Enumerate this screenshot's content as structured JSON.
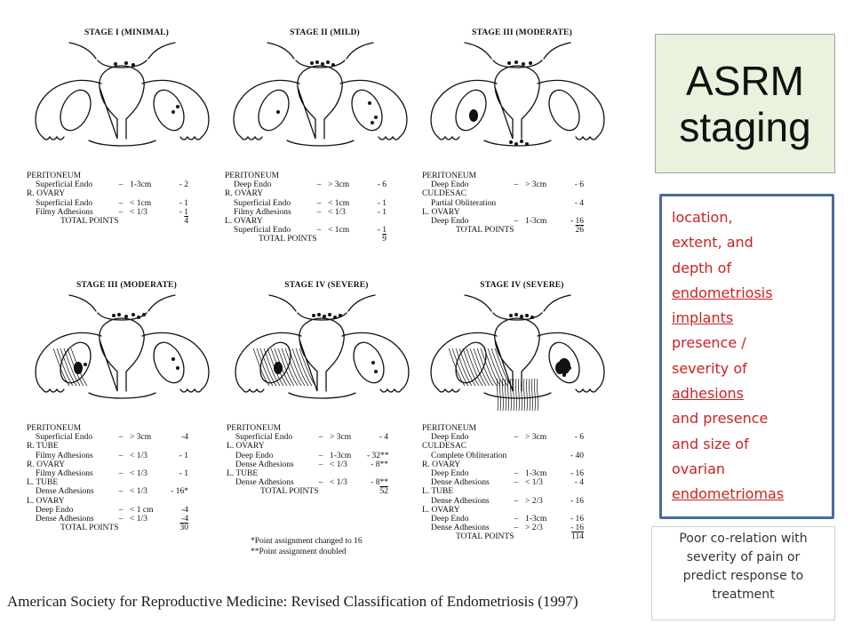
{
  "stages": [
    {
      "title": "STAGE I (MINIMAL)",
      "rows": [
        {
          "label": "PERITONEUM",
          "indent": false
        },
        {
          "label": "Superficial Endo",
          "indent": true,
          "sep": "–",
          "size": "1-3cm",
          "pts": "- 2"
        },
        {
          "label": "R. OVARY",
          "indent": false
        },
        {
          "label": "Superficial Endo",
          "indent": true,
          "sep": "–",
          "size": "< 1cm",
          "pts": "- 1"
        },
        {
          "label": "Filmy Adhesions",
          "indent": true,
          "sep": "–",
          "size": "< 1/3",
          "pts": "- 1"
        }
      ],
      "total_label": "TOTAL POINTS",
      "total": "4"
    },
    {
      "title": "STAGE II (MILD)",
      "rows": [
        {
          "label": "PERITONEUM",
          "indent": false
        },
        {
          "label": "Deep Endo",
          "indent": true,
          "sep": "–",
          "size": "> 3cm",
          "pts": "- 6"
        },
        {
          "label": "R. OVARY",
          "indent": false
        },
        {
          "label": "Superficial Endo",
          "indent": true,
          "sep": "–",
          "size": "< 1cm",
          "pts": "- 1"
        },
        {
          "label": "Filmy Adhesions",
          "indent": true,
          "sep": "–",
          "size": "< 1/3",
          "pts": "- 1"
        },
        {
          "label": "L. OVARY",
          "indent": false
        },
        {
          "label": "Superficial Endo",
          "indent": true,
          "sep": "–",
          "size": "< 1cm",
          "pts": "- 1"
        }
      ],
      "total_label": "TOTAL POINTS",
      "total": "9"
    },
    {
      "title": "STAGE III (MODERATE)",
      "rows": [
        {
          "label": "PERITONEUM",
          "indent": false
        },
        {
          "label": "Deep Endo",
          "indent": true,
          "sep": "–",
          "size": "> 3cm",
          "pts": "- 6"
        },
        {
          "label": "CULDESAC",
          "indent": false
        },
        {
          "label": "Partial Obliteration",
          "indent": true,
          "sep": "",
          "size": "",
          "pts": "- 4"
        },
        {
          "label": "L. OVARY",
          "indent": false
        },
        {
          "label": "Deep Endo",
          "indent": true,
          "sep": "–",
          "size": "1-3cm",
          "pts": "- 16"
        }
      ],
      "total_label": "TOTAL POINTS",
      "total": "26"
    },
    {
      "title": "STAGE III (MODERATE)",
      "rows": [
        {
          "label": "PERITONEUM",
          "indent": false
        },
        {
          "label": "Superficial Endo",
          "indent": true,
          "sep": "–",
          "size": "> 3cm",
          "pts": "-4"
        },
        {
          "label": "R. TUBE",
          "indent": false
        },
        {
          "label": "Filmy Adhesions",
          "indent": true,
          "sep": "–",
          "size": "< 1/3",
          "pts": "- 1"
        },
        {
          "label": "R. OVARY",
          "indent": false
        },
        {
          "label": "Filmy Adhesions",
          "indent": true,
          "sep": "–",
          "size": "< 1/3",
          "pts": "- 1"
        },
        {
          "label": "L. TUBE",
          "indent": false
        },
        {
          "label": "Dense Adhesions",
          "indent": true,
          "sep": "–",
          "size": "< 1/3",
          "pts": "- 16*"
        },
        {
          "label": "L. OVARY",
          "indent": false
        },
        {
          "label": "Deep Endo",
          "indent": true,
          "sep": "–",
          "size": "< 1 cm",
          "pts": "-4"
        },
        {
          "label": "Dense Adhesions",
          "indent": true,
          "sep": "–",
          "size": "< 1/3",
          "pts": "-4"
        }
      ],
      "total_label": "TOTAL POINTS",
      "total": "30"
    },
    {
      "title": "STAGE IV (SEVERE)",
      "rows": [
        {
          "label": "PERITONEUM",
          "indent": false
        },
        {
          "label": "Superficial Endo",
          "indent": true,
          "sep": "–",
          "size": "> 3cm",
          "pts": "- 4"
        },
        {
          "label": "L. OVARY",
          "indent": false
        },
        {
          "label": "Deep Endo",
          "indent": true,
          "sep": "–",
          "size": "1-3cm",
          "pts": "- 32**"
        },
        {
          "label": "Dense Adhesions",
          "indent": true,
          "sep": "–",
          "size": "< 1/3",
          "pts": "- 8**"
        },
        {
          "label": "L. TUBE",
          "indent": false
        },
        {
          "label": "Dense Adhesions",
          "indent": true,
          "sep": "–",
          "size": "< 1/3",
          "pts": "- 8**"
        }
      ],
      "total_label": "TOTAL POINTS",
      "total": "52"
    },
    {
      "title": "STAGE IV (SEVERE)",
      "rows": [
        {
          "label": "PERITONEUM",
          "indent": false
        },
        {
          "label": "Deep Endo",
          "indent": true,
          "sep": "–",
          "size": "> 3cm",
          "pts": "- 6"
        },
        {
          "label": "CULDESAC",
          "indent": false
        },
        {
          "label": "Complete Obliteration",
          "indent": true,
          "sep": "",
          "size": "",
          "pts": "- 40"
        },
        {
          "label": "R. OVARY",
          "indent": false
        },
        {
          "label": "Deep Endo",
          "indent": true,
          "sep": "–",
          "size": "1-3cm",
          "pts": "- 16"
        },
        {
          "label": "Dense Adhesions",
          "indent": true,
          "sep": "–",
          "size": "< 1/3",
          "pts": "- 4"
        },
        {
          "label": "L. TUBE",
          "indent": false
        },
        {
          "label": "Dense Adhesions",
          "indent": true,
          "sep": "–",
          "size": "> 2/3",
          "pts": "- 16"
        },
        {
          "label": "L. OVARY",
          "indent": false
        },
        {
          "label": "Deep Endo",
          "indent": true,
          "sep": "–",
          "size": "1-3cm",
          "pts": "- 16"
        },
        {
          "label": "Dense Adhesions",
          "indent": true,
          "sep": "–",
          "size": "> 2/3",
          "pts": "- 16"
        }
      ],
      "total_label": "TOTAL POINTS",
      "total": "114"
    }
  ],
  "footnotes": [
    "*Point assignment changed to 16",
    "**Point assignment doubled"
  ],
  "caption": "American Society for Reproductive Medicine: Revised Classification of Endometriosis (1997)",
  "title_box": {
    "line1": "ASRM",
    "line2": "staging"
  },
  "info_box": {
    "lines": [
      {
        "text": "location,",
        "underline": false
      },
      {
        "text": "extent, and",
        "underline": false
      },
      {
        "text": "depth of",
        "underline": false
      },
      {
        "text": "endometriosis",
        "underline": true
      },
      {
        "text": "implants",
        "underline": true
      },
      {
        "text": "presence /",
        "underline": false
      },
      {
        "text": "severity of",
        "underline": false
      },
      {
        "text": "adhesions",
        "underline": true
      },
      {
        "text": " and presence",
        "underline": false
      },
      {
        "text": "and size of",
        "underline": false
      },
      {
        "text": "ovarian",
        "underline": false
      },
      {
        "text": "endometriomas",
        "underline": true
      }
    ],
    "text_color": "#cc2222",
    "border_color": "#4b6b9a"
  },
  "note_box": {
    "text_lines": [
      "Poor co-relation with",
      "severity of pain or",
      "predict response to",
      "treatment"
    ]
  }
}
